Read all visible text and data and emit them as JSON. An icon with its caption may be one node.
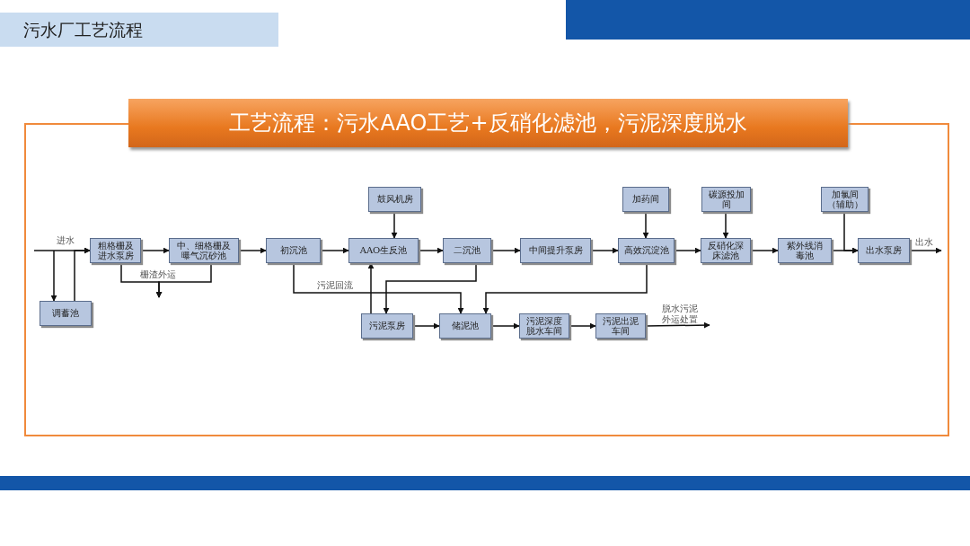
{
  "diagram": {
    "title": "污水厂工艺流程",
    "nodes": [
      {
        "text": [
          "粗格栅及进水泵房"
        ]
      },
      {
        "text": [
          "中、细格栅及曝气沉砂池"
        ]
      },
      {
        "text": [
          "调蓄池"
        ]
      },
      {
        "text": [
          "初沉池"
        ]
      },
      {
        "text": [
          "鼓风机房"
        ]
      },
      {
        "text": [
          "AAO生反池"
        ]
      },
      {
        "text": [
          "二沉池"
        ]
      },
      {
        "text": [
          "中间提升泵房"
        ]
      },
      {
        "text": [
          "加药间"
        ]
      },
      {
        "text": [
          "高效沉淀池"
        ]
      },
      {
        "text": [
          "碳源投加间"
        ]
      },
      {
        "text": [
          "反硝化深床滤池"
        ]
      },
      {
        "text": [
          "紫外线消毒池"
        ]
      },
      {
        "text": [
          "加氯间（辅助）"
        ]
      },
      {
        "text": [
          "出水泵房"
        ]
      },
      {
        "text": [
          "污泥泵房"
        ]
      },
      {
        "text": [
          "储泥池"
        ]
      },
      {
        "text": [
          "污泥深度脱水车间"
        ]
      },
      {
        "text": [
          "污泥出泥车间"
        ]
      }
    ],
    "edges": [
      {
        "from": null,
        "to": 0,
        "arrow": "to",
        "label": "进水"
      },
      {
        "from": null,
        "to": 2,
        "arrow": "to"
      },
      {
        "from": 2,
        "to": 0,
        "arrow": "to"
      },
      {
        "from": 0,
        "to": 1,
        "arrow": "to"
      },
      {
        "from": 1,
        "to": 3,
        "arrow": "to"
      },
      {
        "from": 3,
        "to": 5,
        "arrow": "to"
      },
      {
        "from": 4,
        "to": 5,
        "arrow": "to"
      },
      {
        "from": 5,
        "to": 6,
        "arrow": "to"
      },
      {
        "from": 6,
        "to": 7,
        "arrow": "to"
      },
      {
        "from": 7,
        "to": 9,
        "arrow": "to"
      },
      {
        "from": 8,
        "to": 9,
        "arrow": "to"
      },
      {
        "from": 9,
        "to": 11,
        "arrow": "to"
      },
      {
        "from": 10,
        "to": 11,
        "arrow": "to"
      },
      {
        "from": 11,
        "to": 12,
        "arrow": "to"
      },
      {
        "from": 12,
        "to": 14,
        "arrow": "to"
      },
      {
        "from": 13,
        "to": 14,
        "arrow": "to"
      },
      {
        "from": 14,
        "to": null,
        "arrow": "to",
        "label": "出水"
      },
      {
        "from": 0,
        "to": null,
        "arrow": "to",
        "label": "栅渣外运"
      },
      {
        "from": 1,
        "to": null,
        "arrow": "to"
      },
      {
        "from": 3,
        "to": 16,
        "arrow": "to",
        "label": "污泥回流"
      },
      {
        "from": 6,
        "to": 15,
        "arrow": "to"
      },
      {
        "from": 15,
        "to": 5,
        "arrow": "to"
      },
      {
        "from": 15,
        "to": 16,
        "arrow": "to"
      },
      {
        "from": 16,
        "to": 17,
        "arrow": "to"
      },
      {
        "from": 17,
        "to": 18,
        "arrow": "to"
      },
      {
        "from": 18,
        "to": null,
        "arrow": "to",
        "label": "脱水污泥外运处置"
      },
      {
        "from": 9,
        "to": 16,
        "arrow": "to"
      }
    ],
    "labels": [
      "工艺流程：污水AAO工艺+反硝化滤池，污泥深度脱水"
    ]
  }
}
